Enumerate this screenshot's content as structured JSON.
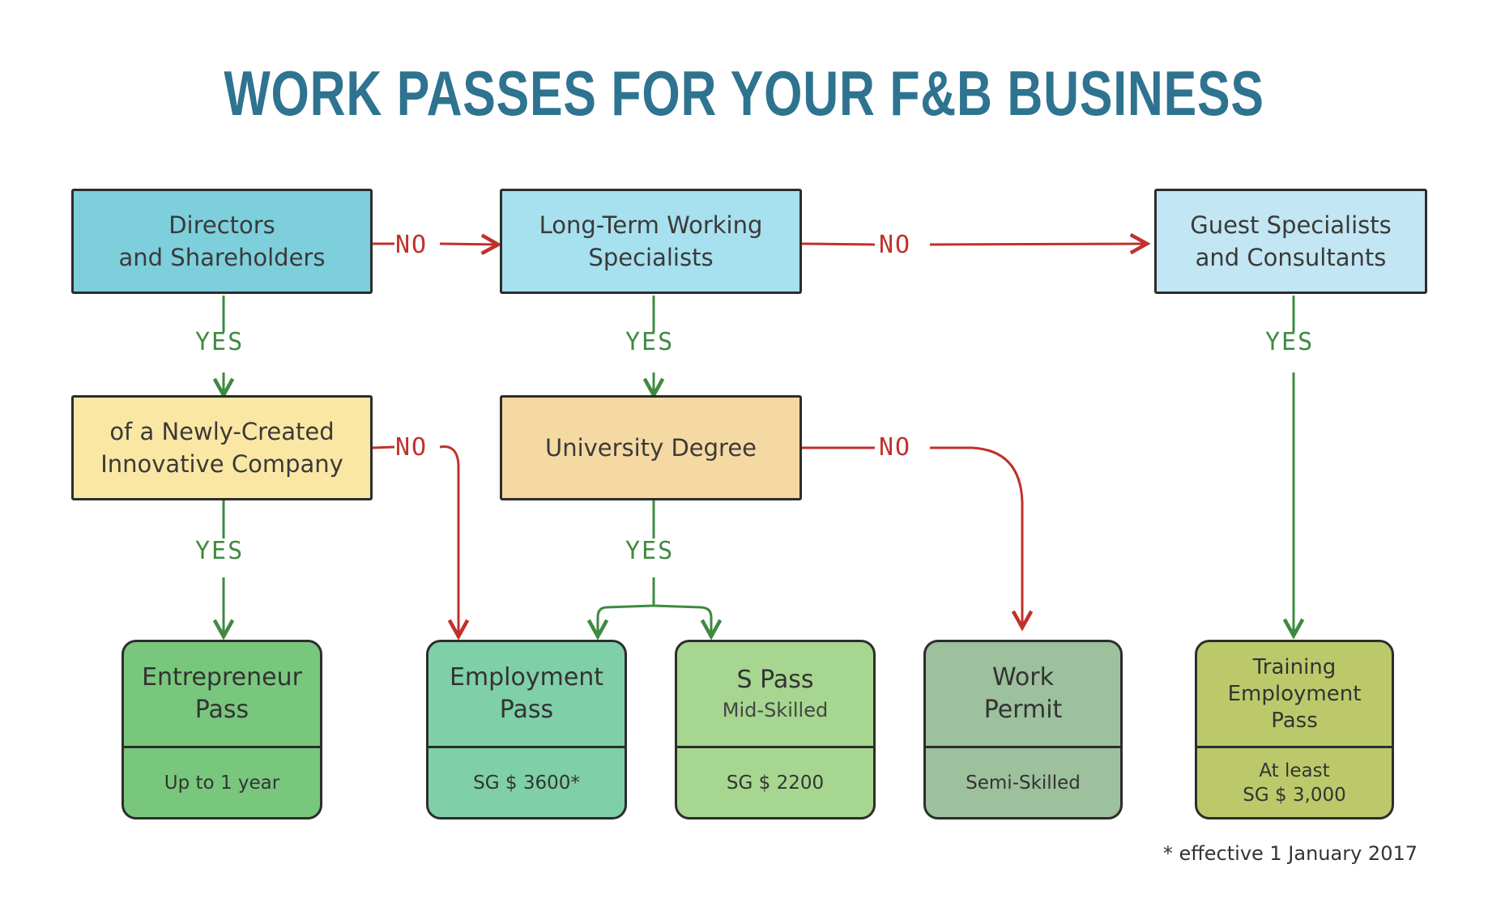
{
  "title": "WORK PASSES FOR YOUR F&B BUSINESS",
  "colors": {
    "title": "#2e7390",
    "yes": "#3e8a40",
    "no": "#c0312b"
  },
  "questions": {
    "directors": "Directors\nand Shareholders",
    "long_term": "Long-Term Working\nSpecialists",
    "guest": "Guest Specialists\nand Consultants",
    "innovative": "of a Newly-Created\nInnovative Company",
    "degree": "University Degree"
  },
  "passes": {
    "entrepreneur": {
      "name": "Entrepreneur\nPass",
      "detail": "Up to 1 year"
    },
    "employment": {
      "name": "Employment\nPass",
      "detail": "SG $ 3600*"
    },
    "spass": {
      "name": "S Pass",
      "sub": "Mid-Skilled",
      "detail": "SG $ 2200"
    },
    "work_permit": {
      "name": "Work\nPermit",
      "detail": "Semi-Skilled"
    },
    "training": {
      "name": "Training\nEmployment\nPass",
      "detail": "At least\nSG $ 3,000"
    }
  },
  "labels": {
    "yes": "YES",
    "no": "NO"
  },
  "footnote": "* effective 1 January 2017"
}
